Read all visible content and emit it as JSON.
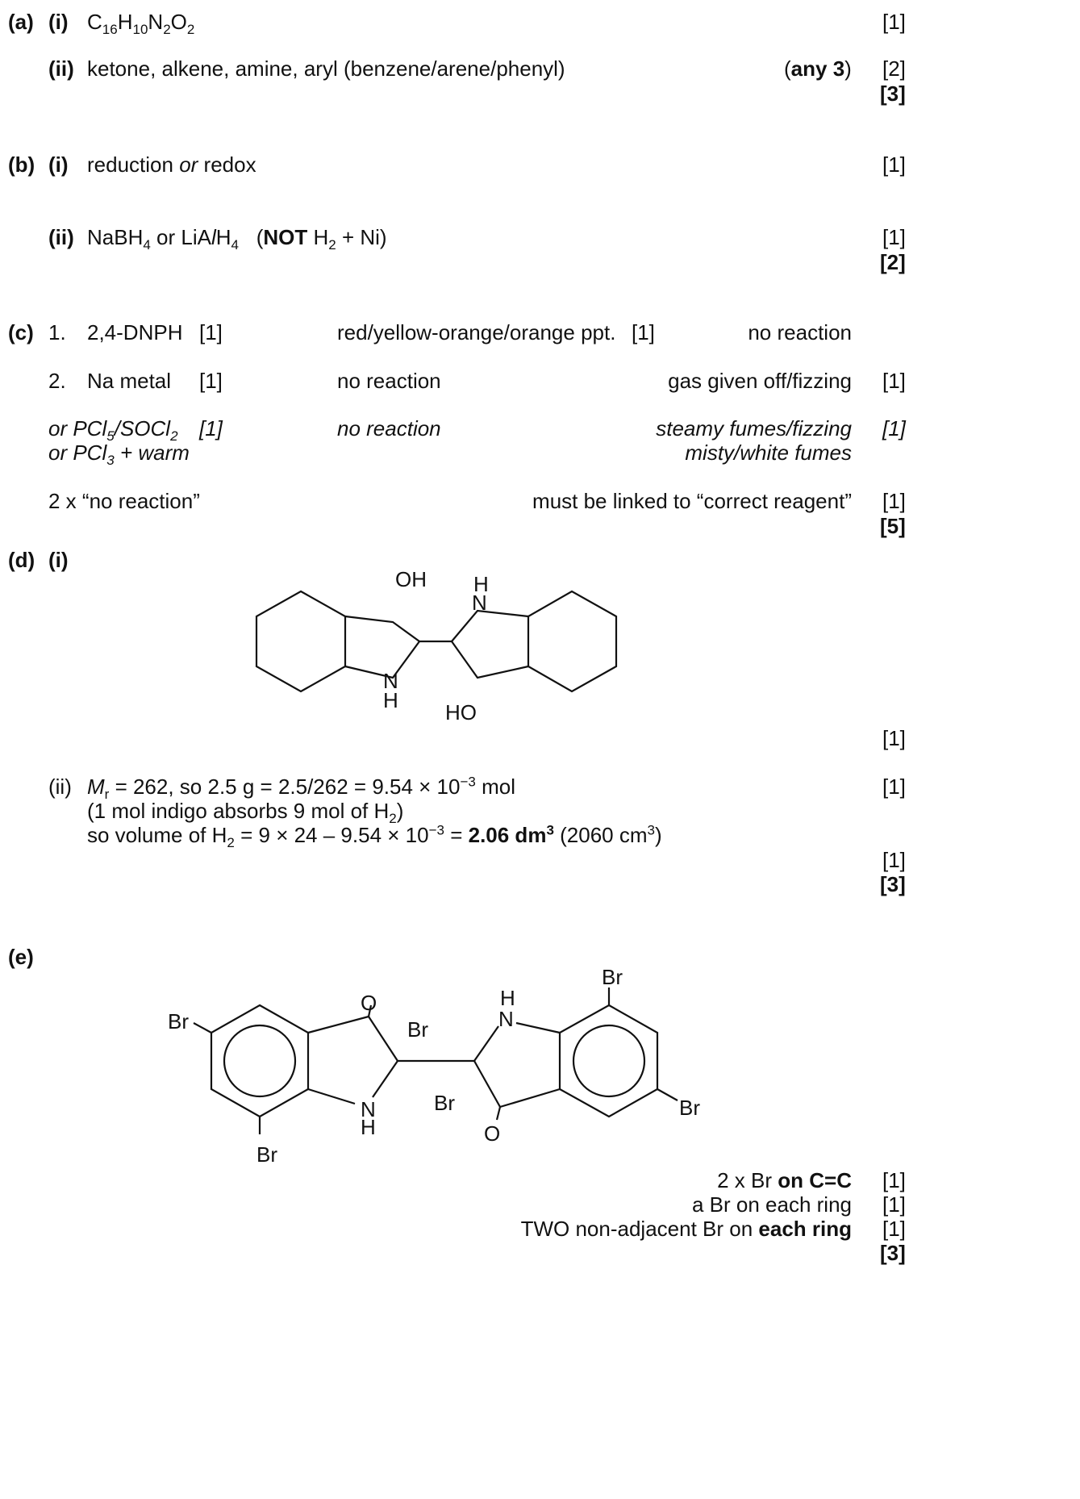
{
  "a": {
    "label": "(a)",
    "i": {
      "label": "(i)",
      "formula": {
        "c": "C",
        "n16": "16",
        "h": "H",
        "n10": "10",
        "n": "N",
        "n2": "2",
        "o": "O",
        "o2": "2"
      },
      "mark": "[1]"
    },
    "ii": {
      "label": "(ii)",
      "answer": "ketone, alkene, amine, aryl (benzene/arene/phenyl)",
      "note_open": "(",
      "note_bold": "any 3",
      "note_close": ")",
      "mark": "[2]"
    },
    "total": "[3]"
  },
  "b": {
    "label": "(b)",
    "i": {
      "label": "(i)",
      "text1": "reduction ",
      "or": "or",
      "text2": " redox",
      "mark": "[1]"
    },
    "ii": {
      "label": "(ii)",
      "nabh": "NaBH",
      "sub4a": "4",
      "or_lia": " or LiA",
      "l": "l",
      "h": "H",
      "sub4b": "4",
      "paren_open": "(",
      "not": "NOT",
      "h2": " H",
      "sub2": "2",
      "plus_ni": " + Ni)",
      "mark": "[1]"
    },
    "total": "[2]"
  },
  "c": {
    "label": "(c)",
    "row1": {
      "num": "1.",
      "reagent": "2,4-DNPH",
      "m1": "[1]",
      "obs1": "red/yellow-orange/orange ppt.",
      "m2": "[1]",
      "obs2": "no reaction"
    },
    "row2": {
      "num": "2.",
      "reagent": "Na metal",
      "m1": "[1]",
      "obs1": "no reaction",
      "obs2": "gas given off/fizzing",
      "m2": "[1]"
    },
    "row3": {
      "reagent_a": "or PCl",
      "sub5": "5",
      "slash": "/SOCl",
      "sub2": "2",
      "m1": "[1]",
      "obs1": "no reaction",
      "obs2": "steamy fumes/fizzing",
      "m2": "[1]"
    },
    "row4": {
      "reagent_a": "or PCl",
      "sub3": "3",
      "warm": " + warm",
      "obs2": "misty/white fumes"
    },
    "row5": {
      "left": "2 x “no reaction”",
      "right": "must be linked to “correct reagent”",
      "mark": "[1]"
    },
    "total": "[5]"
  },
  "d": {
    "label": "(d)",
    "i": {
      "label": "(i)",
      "oh": "OH",
      "ho": "HO",
      "n": "N",
      "h": "H",
      "mark": "[1]"
    },
    "ii": {
      "label": "(ii)",
      "mr": "M",
      "mr_sub": "r",
      "line1": " = 262, so 2.5 g = 2.5/262 = 9.54 × 10",
      "exp1": "−3",
      "line1_end": " mol",
      "mark1": "[1]",
      "line2a": "(1 mol indigo absorbs 9 mol of H",
      "line2_sub": "2",
      "line2b": ")",
      "line3a": "so volume of H",
      "line3_sub": "2",
      "line3b": " = 9 × 24 – 9.54 × 10",
      "exp3": "−3",
      "line3c": " = ",
      "answer": "2.06 dm",
      "answer_exp": "3",
      "line3d": " (2060 cm",
      "line3_exp": "3",
      "line3e": ")",
      "mark2": "[1]"
    },
    "total": "[3]"
  },
  "e": {
    "label": "(e)",
    "br": "Br",
    "o": "O",
    "n": "N",
    "h": "H",
    "crit1": {
      "text": "2 x Br ",
      "bold": "on C=C",
      "mark": "[1]"
    },
    "crit2": {
      "text": "a Br on each ring",
      "mark": "[1]"
    },
    "crit3": {
      "text": "TWO non-adjacent Br on ",
      "bold": "each ring",
      "mark": "[1]"
    },
    "total": "[3]"
  }
}
